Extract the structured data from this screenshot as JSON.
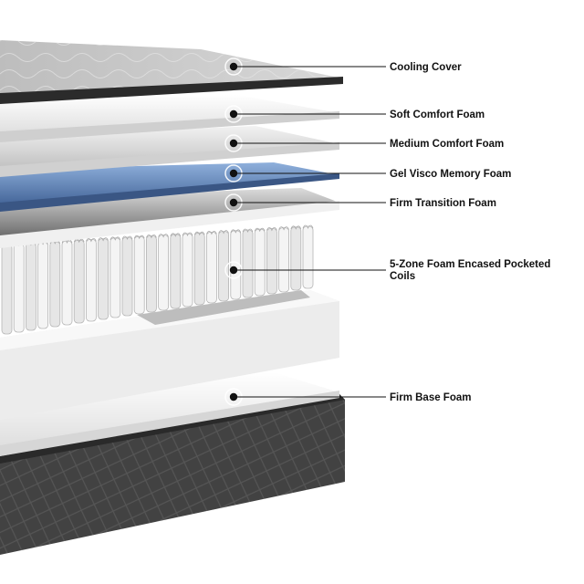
{
  "layers": [
    {
      "id": "cooling-cover",
      "label": "Cooling Cover"
    },
    {
      "id": "soft-comfort-foam",
      "label": "Soft Comfort Foam"
    },
    {
      "id": "medium-comfort-foam",
      "label": "Medium Comfort Foam"
    },
    {
      "id": "gel-visco-memory-foam",
      "label": "Gel Visco Memory Foam"
    },
    {
      "id": "firm-transition-foam",
      "label": "Firm Transition Foam"
    },
    {
      "id": "pocketed-coils",
      "label": "5-Zone Foam Encased Pocketed Coils"
    },
    {
      "id": "firm-base-foam",
      "label": "Firm Base Foam"
    }
  ],
  "colors": {
    "cover": "#c9c9c9",
    "foam": "#eeeeee",
    "gel": "#5f83b9",
    "base": "#3f3f3f",
    "line": "#111111"
  }
}
